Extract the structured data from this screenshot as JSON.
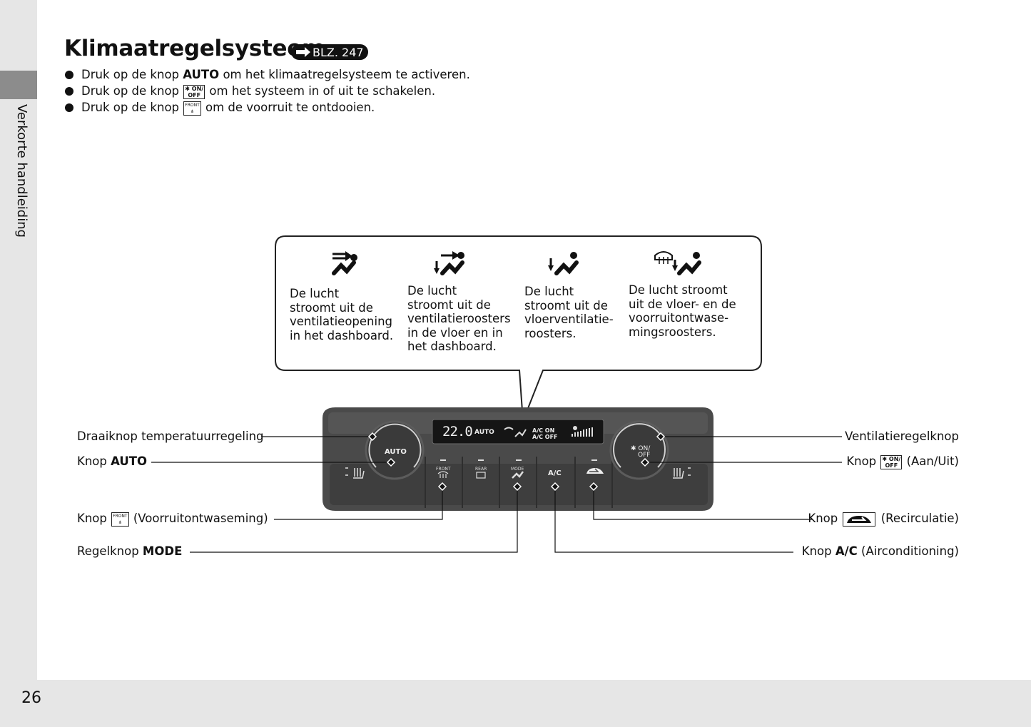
{
  "sidebar": {
    "label": "Verkorte handleiding"
  },
  "page_number": "26",
  "title": "Klimaatregelsysteem",
  "ref_badge": "BLZ. 247",
  "bullets": [
    {
      "pre": "Druk op de knop ",
      "bold": "AUTO",
      "post": " om het klimaatregelsysteem te activeren."
    },
    {
      "pre": "Druk op de knop ",
      "icon_top": "ON/",
      "icon_bottom": "OFF",
      "post": " om het systeem in of uit te schakelen."
    },
    {
      "pre": "Druk op de knop ",
      "icon_top": "FRONT",
      "post": " om de voorruit te ontdooien."
    }
  ],
  "modes": [
    {
      "text": [
        "De lucht",
        "stroomt uit de",
        "ventilatieopening",
        "in het dashboard."
      ]
    },
    {
      "text": [
        "De lucht",
        "stroomt uit de",
        "ventilatieroosters",
        "in de vloer en in",
        "het dashboard."
      ]
    },
    {
      "text": [
        "De lucht",
        "stroomt uit de",
        "vloerventilatie-",
        "roosters."
      ]
    },
    {
      "text": [
        "De lucht stroomt",
        "uit de vloer- en de",
        "voorruitontwase-",
        "mingsroosters."
      ]
    }
  ],
  "panel": {
    "display_temp": "22.0",
    "display_auto": "AUTO",
    "display_ac_on": "A/C ON",
    "display_ac_off": "A/C OFF",
    "left_knob": "AUTO",
    "right_knob_top": "ON/",
    "right_knob_bottom": "OFF",
    "btn_front": "FRONT",
    "btn_rear": "REAR",
    "btn_mode": "MODE",
    "btn_ac": "A/C"
  },
  "labels": {
    "temp_knob": "Draaiknop temperatuurregeling",
    "auto_pre": "Knop ",
    "auto_bold": "AUTO",
    "defrost_pre": "Knop ",
    "defrost_post": " (Voorruitontwaseming)",
    "mode_pre": "Regelknop ",
    "mode_bold": "MODE",
    "fan_knob": "Ventilatieregelknop",
    "onoff_pre": "Knop ",
    "onoff_post": " (Aan/Uit)",
    "recirc_pre": "Knop ",
    "recirc_post": " (Recirculatie)",
    "ac_pre": "Knop ",
    "ac_bold": "A/C",
    "ac_post": " (Airconditioning)"
  }
}
